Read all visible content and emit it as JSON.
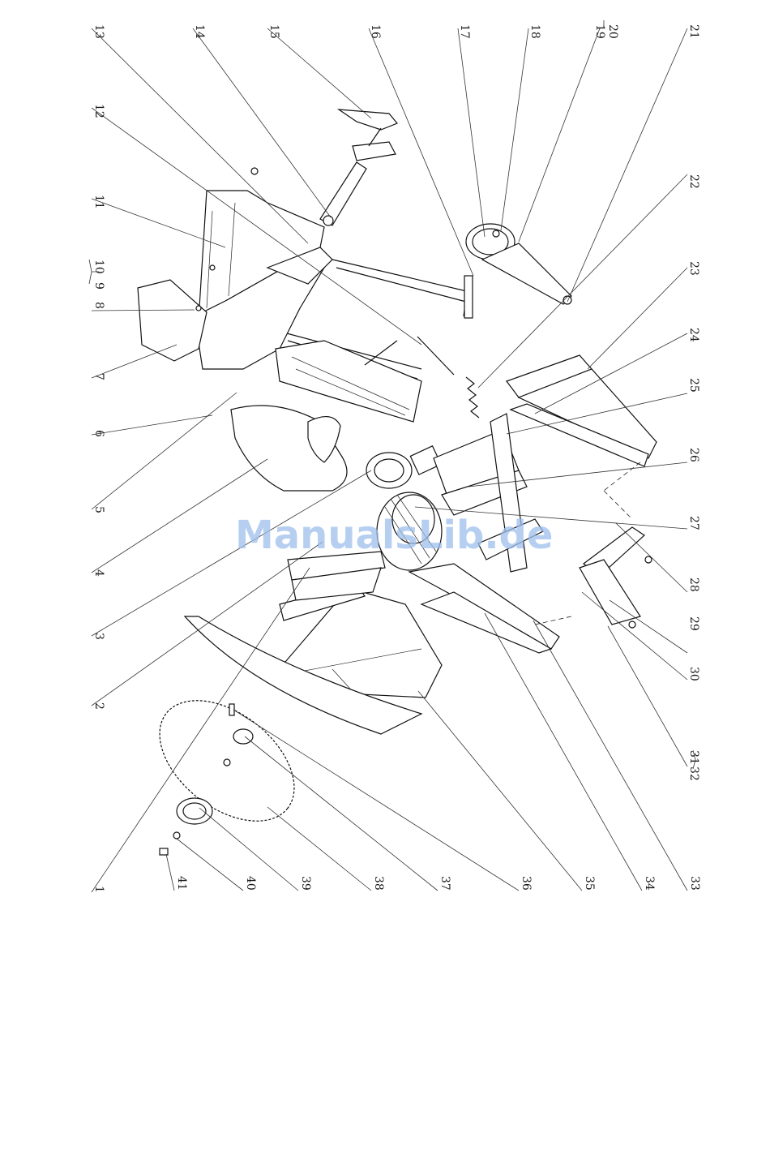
{
  "diagram": {
    "labels_top": [
      "13",
      "14",
      "15",
      "16",
      "17",
      "18",
      "19",
      "20",
      "21"
    ],
    "labels_upper_left": [
      "12",
      "11",
      "10",
      "9",
      "8",
      "7",
      "6",
      "5",
      "4",
      "3",
      "2",
      "1"
    ],
    "labels_right": [
      "22",
      "23",
      "24",
      "25",
      "26",
      "27",
      "28",
      "29",
      "30",
      "31",
      "32"
    ],
    "labels_bottom": [
      "41",
      "40",
      "39",
      "38",
      "37",
      "36",
      "35",
      "34",
      "33"
    ],
    "watermark": "ManualsLib.de"
  }
}
